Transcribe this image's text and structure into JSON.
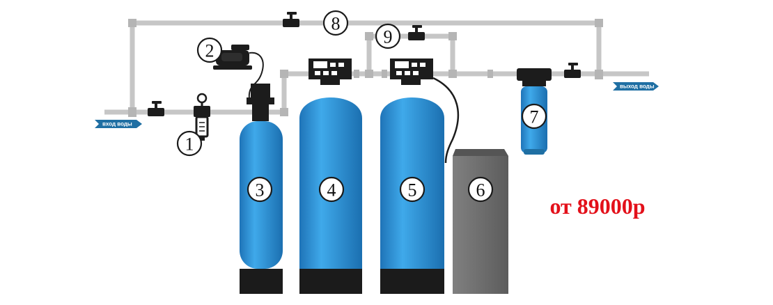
{
  "inlet_label": "вход воды",
  "outlet_label": "выход воды",
  "price_label": "от 89000р",
  "numbers": [
    "1",
    "2",
    "3",
    "4",
    "5",
    "6",
    "7",
    "8",
    "9"
  ],
  "colors": {
    "pipe": "#c9c9c9",
    "tank_blue": "#2a8fd4",
    "tank_base": "#1b1b1b",
    "brine_tank": "#6d6d6d",
    "arrow_blue": "#1f6fa3",
    "price_red": "#e3101a"
  }
}
